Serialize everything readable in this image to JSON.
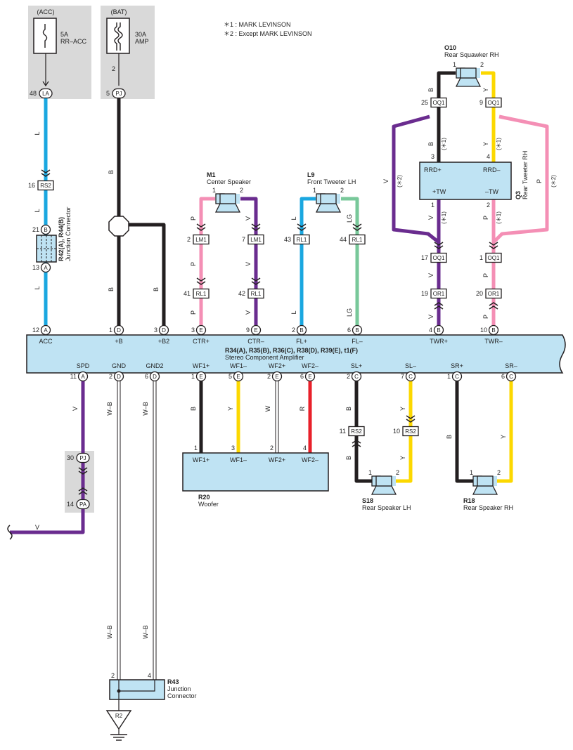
{
  "notes": {
    "n1": "＊1 : MARK LEVINSON",
    "n2": "＊2 : Except MARK LEVINSON"
  },
  "fuses": {
    "acc": {
      "source": "(ACC)",
      "amp": "5A",
      "name": "RR–ACC",
      "pin": "48",
      "conn": "LA"
    },
    "bat": {
      "source": "(BAT)",
      "amp": "30A",
      "name": "AMP",
      "pin_top": "2",
      "pin": "5",
      "conn": "PJ"
    }
  },
  "wire_codes": {
    "L": "L",
    "B": "B",
    "P": "P",
    "V": "V",
    "LG": "LG",
    "Y": "Y",
    "W": "W",
    "R": "R",
    "WB": "W–B"
  },
  "wire_colors": {
    "L": "#1aa7e0",
    "B": "#231f20",
    "P": "#f48fb5",
    "V": "#6a2c8f",
    "LG": "#78c89a",
    "Y": "#fcd800",
    "W": "#ffffff",
    "R": "#e8202a",
    "box": "#bfe3f3",
    "gray": "#d9d9d9"
  },
  "connectors": {
    "rs2_16": {
      "pin": "16",
      "name": "RS2"
    },
    "lm1_2": {
      "pin": "2",
      "name": "LM1"
    },
    "lm1_7": {
      "pin": "7",
      "name": "LM1"
    },
    "rl1_41": {
      "pin": "41",
      "name": "RL1"
    },
    "rl1_42": {
      "pin": "42",
      "name": "RL1"
    },
    "rl1_43": {
      "pin": "43",
      "name": "RL1"
    },
    "rl1_44": {
      "pin": "44",
      "name": "RL1"
    },
    "oq1_25": {
      "pin": "25",
      "name": "OQ1"
    },
    "oq1_9": {
      "pin": "9",
      "name": "OQ1"
    },
    "oq1_17": {
      "pin": "17",
      "name": "OQ1"
    },
    "oq1_1": {
      "pin": "1",
      "name": "OQ1"
    },
    "or1_19": {
      "pin": "19",
      "name": "OR1"
    },
    "or1_20": {
      "pin": "20",
      "name": "OR1"
    },
    "rs2_11": {
      "pin": "11",
      "name": "RS2"
    },
    "rs2_10": {
      "pin": "10",
      "name": "RS2"
    },
    "pj_30": {
      "pin": "30",
      "name": "PJ"
    },
    "pa_14": {
      "pin": "14",
      "name": "PA"
    }
  },
  "junction": {
    "name": "R42(A), R44(B)",
    "desc": "Junction Connector",
    "pin_top": "21",
    "conn_top": "B",
    "pin_bot": "13",
    "conn_bot": "A"
  },
  "speakers": {
    "m1": {
      "id": "M1",
      "name": "Center Speaker",
      "p1": "1",
      "p2": "2"
    },
    "l9": {
      "id": "L9",
      "name": "Front Tweeter LH",
      "p1": "1",
      "p2": "2"
    },
    "o10": {
      "id": "O10",
      "name": "Rear Squawker RH",
      "p1": "1",
      "p2": "2"
    },
    "s18": {
      "id": "S18",
      "name": "Rear Speaker LH",
      "p1": "1",
      "p2": "2"
    },
    "r18": {
      "id": "R18",
      "name": "Rear Speaker RH",
      "p1": "1",
      "p2": "2"
    }
  },
  "tweeter_q3": {
    "id": "Q3",
    "name": "Rear Tweeter RH",
    "rrd_p": "RRD+",
    "rrd_m": "RRD–",
    "tw_p": "+TW",
    "tw_m": "–TW",
    "pin3": "3",
    "pin4": "4",
    "pin1": "1",
    "pin2": "2"
  },
  "marks": {
    "s1": "(＊1)",
    "s2": "(＊2)"
  },
  "amplifier": {
    "title": "R34(A), R35(B), R36(C), R38(D), R39(E), t1(F)",
    "name": "Stereo Component Amplifier",
    "top_pins": [
      {
        "num": "12",
        "conn": "A",
        "label": "ACC"
      },
      {
        "num": "1",
        "conn": "D",
        "label": "+B"
      },
      {
        "num": "3",
        "conn": "D",
        "label": "+B2"
      },
      {
        "num": "3",
        "conn": "E",
        "label": "CTR+"
      },
      {
        "num": "9",
        "conn": "E",
        "label": "CTR–"
      },
      {
        "num": "2",
        "conn": "B",
        "label": "FL+"
      },
      {
        "num": "6",
        "conn": "B",
        "label": "FL–"
      },
      {
        "num": "4",
        "conn": "B",
        "label": "TWR+"
      },
      {
        "num": "10",
        "conn": "B",
        "label": "TWR–"
      }
    ],
    "bottom_pins": [
      {
        "num": "11",
        "conn": "A",
        "label": "SPD"
      },
      {
        "num": "2",
        "conn": "D",
        "label": "GND"
      },
      {
        "num": "6",
        "conn": "D",
        "label": "GND2"
      },
      {
        "num": "1",
        "conn": "E",
        "label": "WF1+"
      },
      {
        "num": "5",
        "conn": "E",
        "label": "WF1–"
      },
      {
        "num": "2",
        "conn": "E",
        "label": "WF2+"
      },
      {
        "num": "6",
        "conn": "E",
        "label": "WF2–"
      },
      {
        "num": "2",
        "conn": "C",
        "label": "SL+"
      },
      {
        "num": "7",
        "conn": "C",
        "label": "SL–"
      },
      {
        "num": "1",
        "conn": "C",
        "label": "SR+"
      },
      {
        "num": "6",
        "conn": "C",
        "label": "SR–"
      }
    ]
  },
  "woofer": {
    "id": "R20",
    "name": "Woofer",
    "pins": [
      {
        "num": "1",
        "label": "WF1+"
      },
      {
        "num": "3",
        "label": "WF1–"
      },
      {
        "num": "2",
        "label": "WF2+"
      },
      {
        "num": "4",
        "label": "WF2–"
      }
    ]
  },
  "junction_r43": {
    "id": "R43",
    "l1": "Junction",
    "l2": "Connector",
    "pin2": "2",
    "pin4": "4"
  },
  "ground": {
    "id": "R2"
  }
}
